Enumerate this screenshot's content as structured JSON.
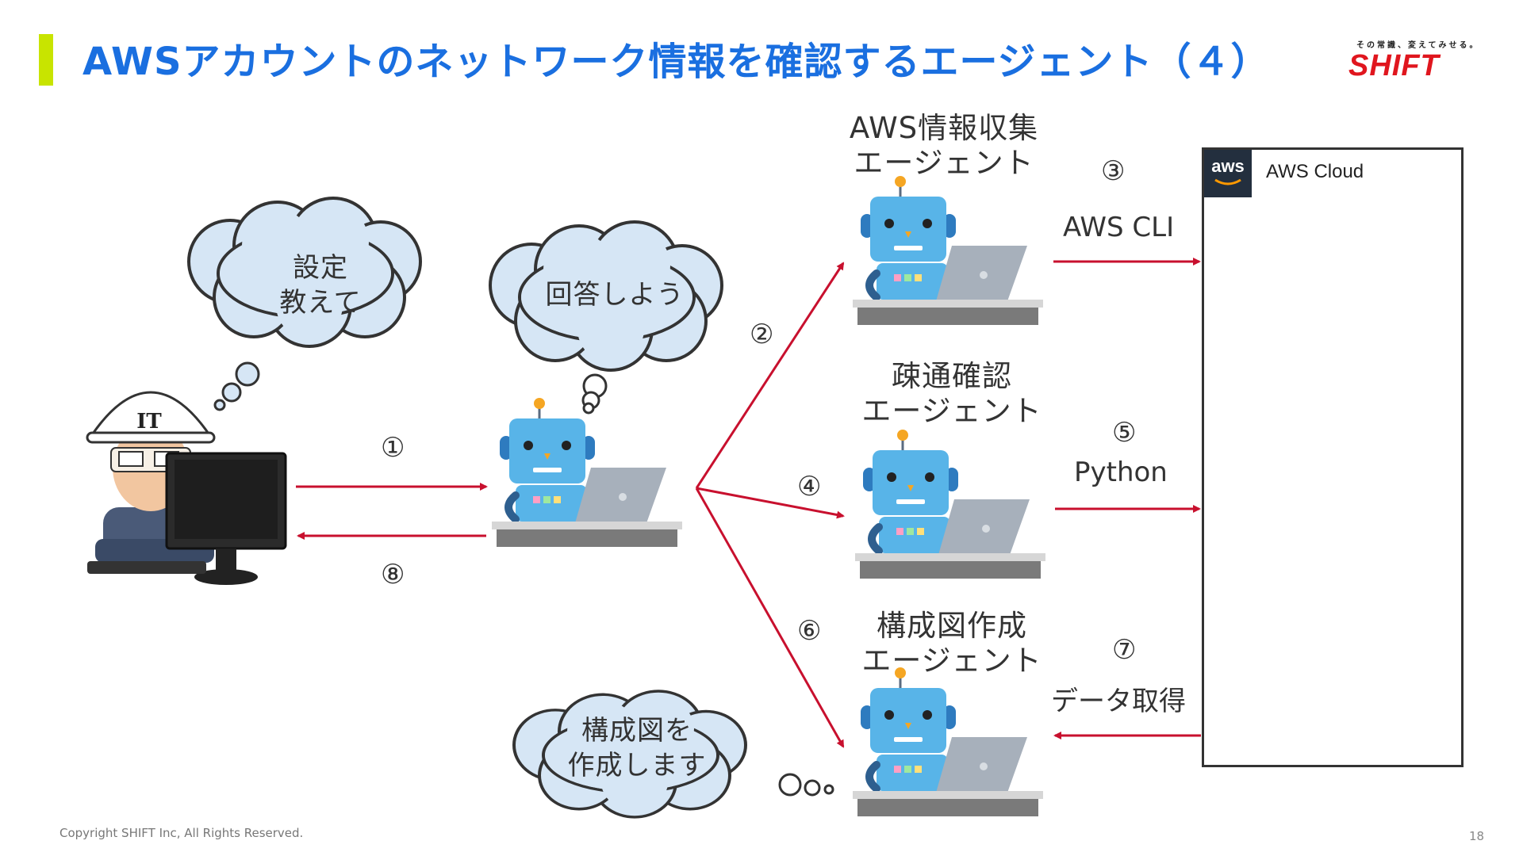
{
  "title": "AWSアカウントのネットワーク情報を確認するエージェント（４）",
  "brand": {
    "tagline": "その常識、変えてみせる。",
    "logo": "SHIFT"
  },
  "user": {
    "helmet_label": "IT",
    "bubble_lines": [
      "設定",
      "教えて"
    ]
  },
  "orchestrator": {
    "bubble_text": "回答しよう"
  },
  "agents": [
    {
      "title_line1": "AWS情報収集",
      "title_line2": "エージェント"
    },
    {
      "title_line1": "疎通確認",
      "title_line2": "エージェント"
    },
    {
      "title_line1": "構成図作成",
      "title_line2": "エージェント"
    }
  ],
  "diagram_bubble": {
    "lines": [
      "構成図を",
      "作成します"
    ]
  },
  "steps": {
    "s1": "①",
    "s2": "②",
    "s3": "③",
    "s4": "④",
    "s5": "⑤",
    "s6": "⑥",
    "s7": "⑦",
    "s8": "⑧"
  },
  "edge_labels": {
    "aws_cli": "AWS CLI",
    "python": "Python",
    "data": "データ取得"
  },
  "aws": {
    "badge": "aws",
    "label": "AWS Cloud"
  },
  "footer": {
    "copyright": "Copyright SHIFT Inc, All Rights Reserved.",
    "page": "18"
  },
  "colors": {
    "title": "#1a6fe0",
    "accent_bar": "#c8e400",
    "arrow": "#c8102e",
    "bubble_fill": "#d6e6f5",
    "robot": "#58b4e8",
    "brand": "#e0161e"
  }
}
